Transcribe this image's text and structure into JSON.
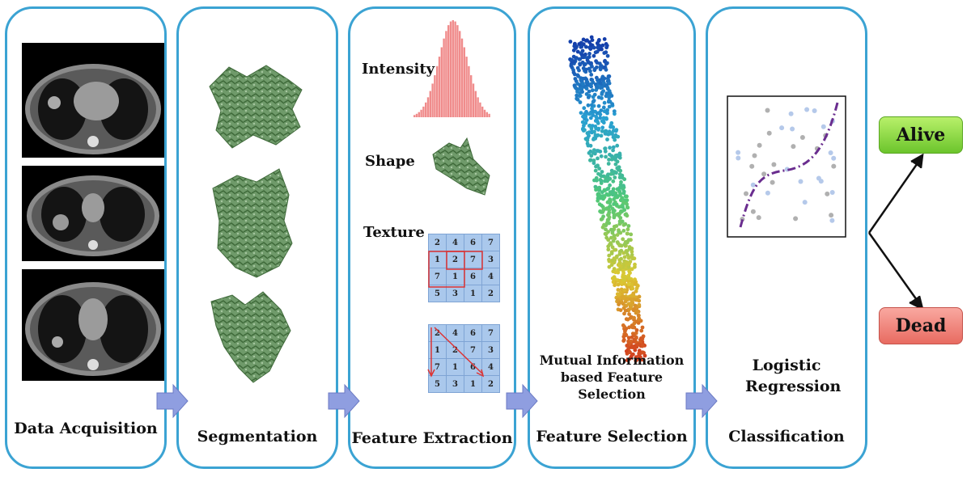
{
  "stages": [
    {
      "id": "acquisition",
      "label": "Data Acquisition"
    },
    {
      "id": "segmentation",
      "label": "Segmentation"
    },
    {
      "id": "extraction",
      "label": "Feature Extraction"
    },
    {
      "id": "selection",
      "label": "Feature Selection"
    },
    {
      "id": "classification",
      "label": "Classification"
    }
  ],
  "feature_extraction": {
    "intensity_label": "Intensity",
    "shape_label": "Shape",
    "texture_label": "Texture",
    "texture_matrix": [
      [
        2,
        4,
        6,
        7
      ],
      [
        1,
        2,
        7,
        3
      ],
      [
        7,
        1,
        6,
        4
      ],
      [
        5,
        3,
        1,
        2
      ]
    ]
  },
  "feature_selection": {
    "method_text": "Mutual Information based Feature Selection"
  },
  "classification": {
    "method_text": "Logistic Regression"
  },
  "outcomes": {
    "alive": "Alive",
    "dead": "Dead"
  },
  "colors": {
    "panel_border": "#3ba3d3",
    "arrow_fill": "#8f9ee0",
    "tumor_green": "#6f9a6a",
    "alive_green": "#8ada44",
    "dead_red": "#f08078",
    "histogram": "#f08c8c",
    "curve": "#6a2d8f"
  }
}
